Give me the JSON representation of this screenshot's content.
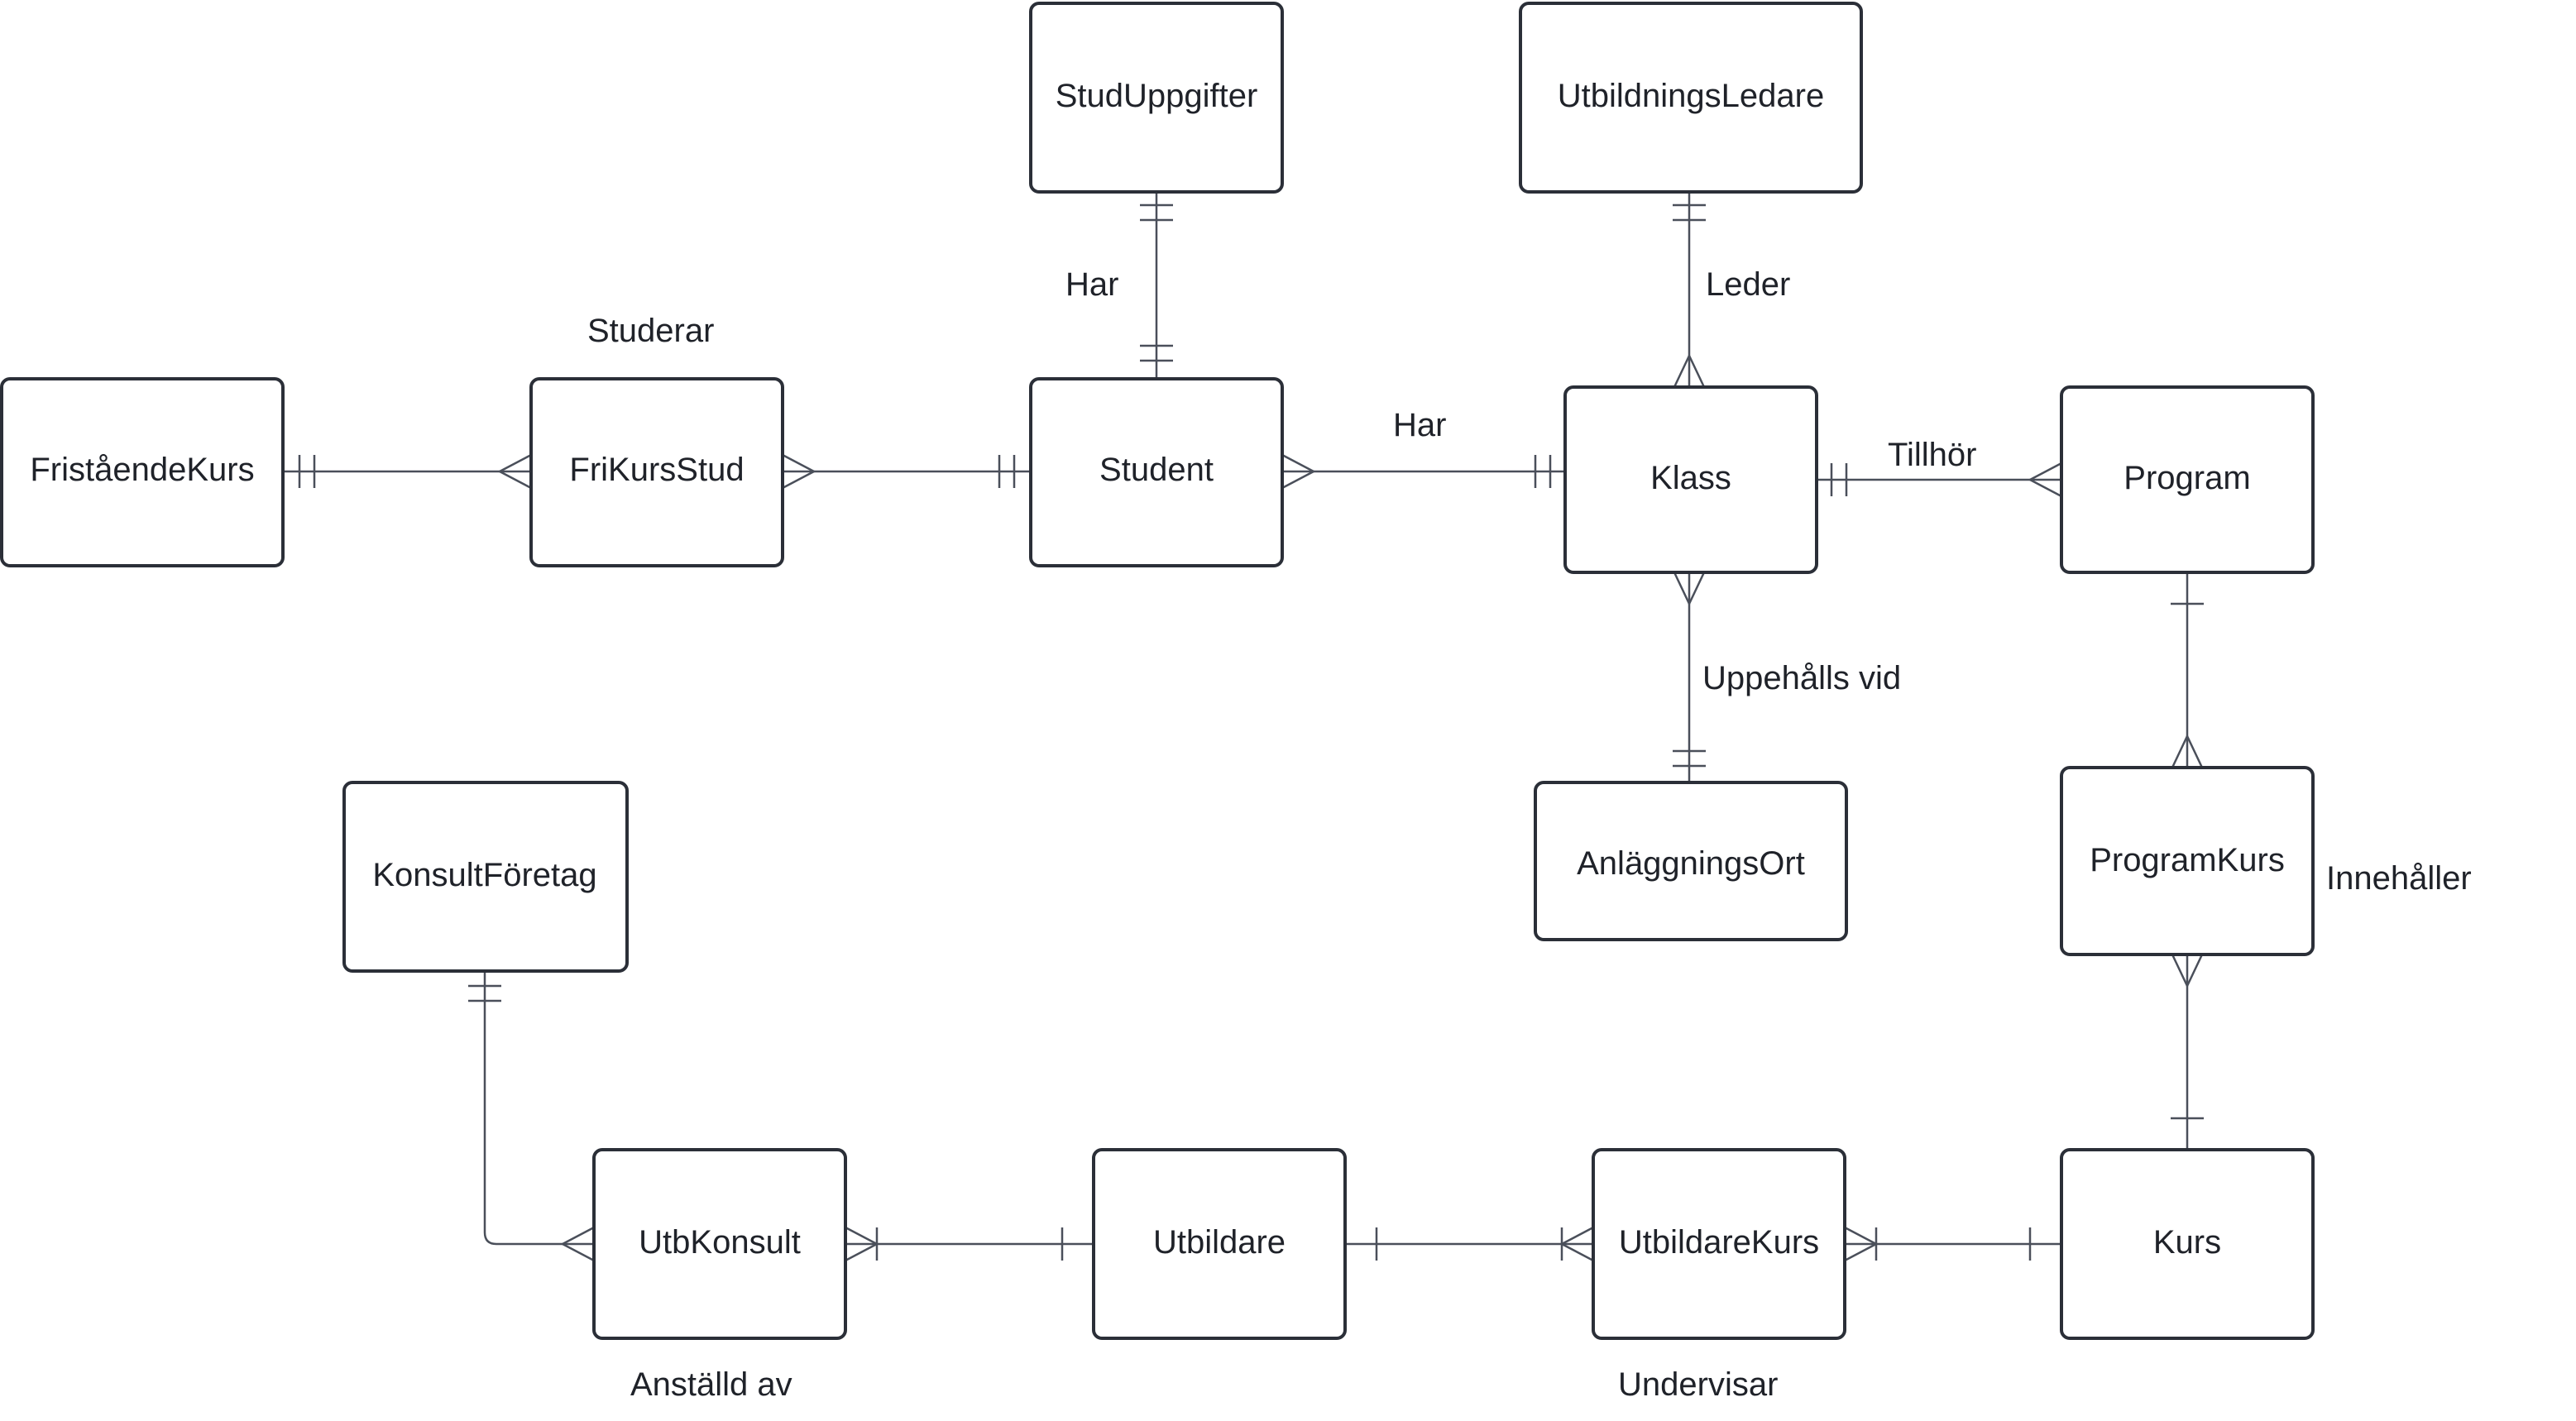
{
  "entities": {
    "studuppgifter": "StudUppgifter",
    "utbildningsledare": "UtbildningsLedare",
    "fristaendekurs": "FriståendeKurs",
    "frikursstud": "FriKursStud",
    "student": "Student",
    "klass": "Klass",
    "program": "Program",
    "anlaggningsort": "AnläggningsOrt",
    "programkurs": "ProgramKurs",
    "konsultforetag": "KonsultFöretag",
    "utbkonsult": "UtbKonsult",
    "utbildare": "Utbildare",
    "utbildarekurs": "UtbildareKurs",
    "kurs": "Kurs"
  },
  "relationships": {
    "student_studuppgifter": "Har",
    "klass_ledare": "Leder",
    "studerar": "Studerar",
    "student_klass": "Har",
    "klass_program": "Tillhör",
    "klass_ort": "Uppehålls vid",
    "program_kurs": "Innehåller",
    "anstalld_av": "Anställd av",
    "undervisar": "Undervisar"
  },
  "colors": {
    "line": "#4a4f5a",
    "box_border": "#2b2f38",
    "text": "#1f2229",
    "background": "#ffffff"
  }
}
